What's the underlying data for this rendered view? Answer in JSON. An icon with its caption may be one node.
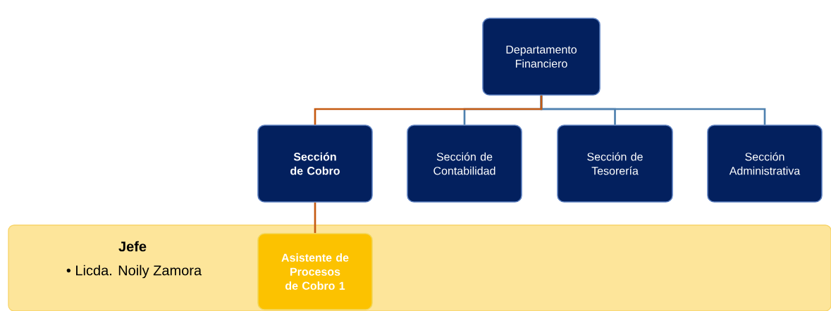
{
  "diagram": {
    "nodes": [
      {
        "text": [
          "Departamento Financiero"
        ]
      },
      {
        "text": [
          "Sección de Cobro"
        ]
      },
      {
        "text": [
          "Sección de Contabilidad"
        ]
      },
      {
        "text": [
          "Sección de Tesorería"
        ]
      },
      {
        "text": [
          "Sección Administrativa"
        ]
      },
      {
        "text": [
          "Jefe",
          "• Licda. Noily Zamora"
        ]
      },
      {
        "text": [
          "Asistente de Procesos de Cobro 1"
        ],
        "in": 5
      }
    ],
    "edges": [
      {
        "from": 0,
        "to": 1,
        "arrow": "none",
        "color": "#c55a11"
      },
      {
        "from": 0,
        "to": 2,
        "arrow": "none"
      },
      {
        "from": 0,
        "to": 3,
        "arrow": "none"
      },
      {
        "from": 0,
        "to": 4,
        "arrow": "none"
      },
      {
        "from": 1,
        "to": 6,
        "arrow": "none",
        "color": "#c55a11"
      }
    ]
  }
}
